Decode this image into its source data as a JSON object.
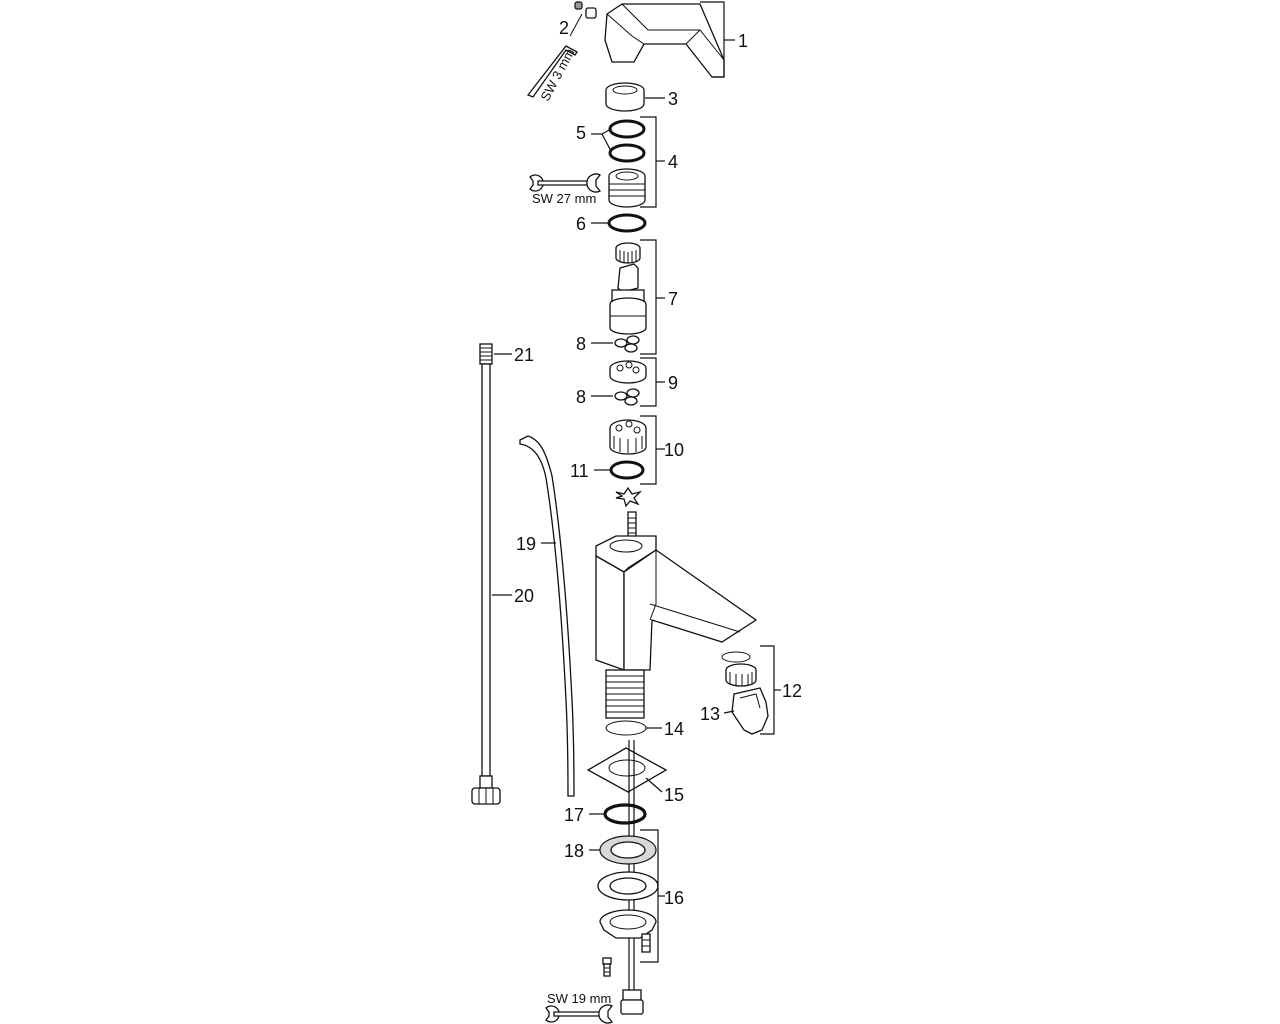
{
  "callouts": {
    "c1": "1",
    "c2": "2",
    "c3": "3",
    "c4": "4",
    "c5": "5",
    "c6": "6",
    "c7": "7",
    "c8a": "8",
    "c8b": "8",
    "c9": "9",
    "c10": "10",
    "c11": "11",
    "c12": "12",
    "c13": "13",
    "c14": "14",
    "c15": "15",
    "c16": "16",
    "c17": "17",
    "c18": "18",
    "c19": "19",
    "c20": "20",
    "c21": "21"
  },
  "tool_labels": {
    "hex_key": "SW 3 mm",
    "wrench_top": "SW 27 mm",
    "wrench_bottom": "SW 19 mm"
  }
}
